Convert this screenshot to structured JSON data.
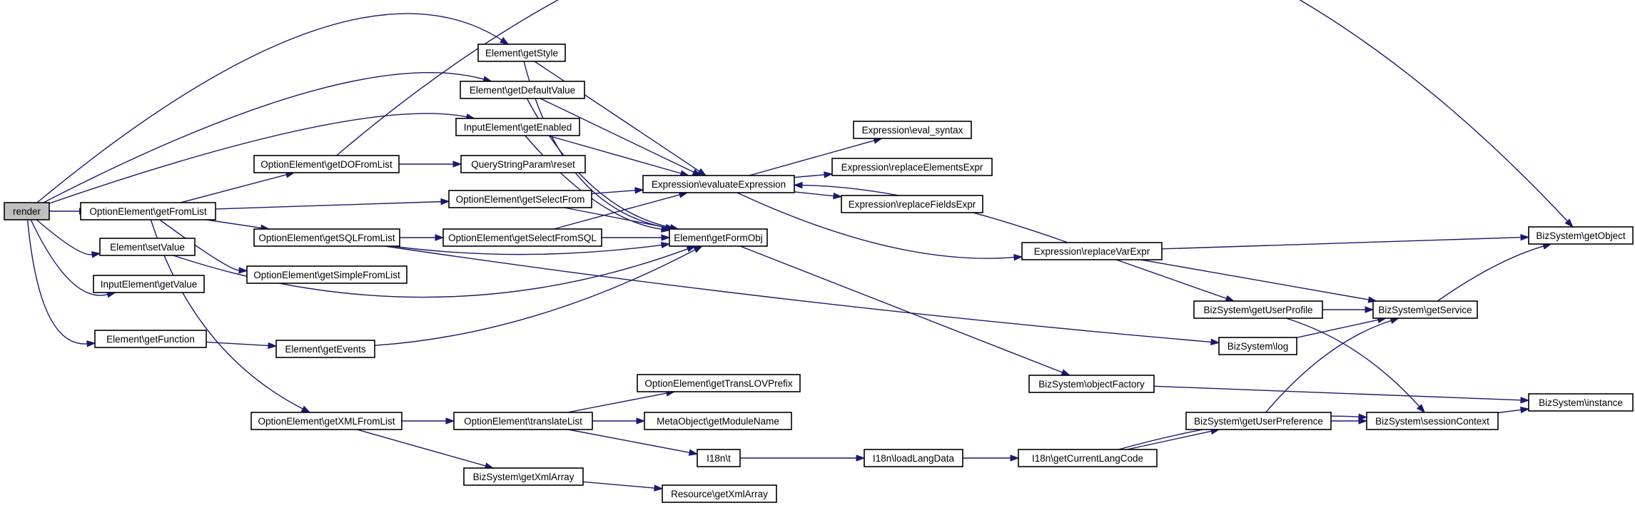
{
  "nodes": {
    "render": "render",
    "getStyle": "Element\\getStyle",
    "getDefaultValue": "Element\\getDefaultValue",
    "ie_getEnabled": "InputElement\\getEnabled",
    "getDOFromList": "OptionElement\\getDOFromList",
    "qsp_reset": "QueryStringParam\\reset",
    "getFromList": "OptionElement\\getFromList",
    "getSelectFrom": "OptionElement\\getSelectFrom",
    "getSQLFromList": "OptionElement\\getSQLFromList",
    "getSelectFromSQL": "OptionElement\\getSelectFromSQL",
    "setValue": "Element\\setValue",
    "getSimpleFromList": "OptionElement\\getSimpleFromList",
    "ie_getValue": "InputElement\\getValue",
    "getFunction": "Element\\getFunction",
    "getEvents": "Element\\getEvents",
    "getXMLFromList": "OptionElement\\getXMLFromList",
    "translateList": "OptionElement\\translateList",
    "getTransLOVPrefix": "OptionElement\\getTransLOVPrefix",
    "getModuleName": "MetaObject\\getModuleName",
    "i18n_t": "I18n\\t",
    "bs_getXmlArray": "BizSystem\\getXmlArray",
    "res_getXmlArray": "Resource\\getXmlArray",
    "evaluateExpression": "Expression\\evaluateExpression",
    "eval_syntax": "Expression\\eval_syntax",
    "replaceElementsExpr": "Expression\\replaceElementsExpr",
    "replaceFieldsExpr": "Expression\\replaceFieldsExpr",
    "getFormObj": "Element\\getFormObj",
    "replaceVarExpr": "Expression\\replaceVarExpr",
    "objectFactory": "BizSystem\\objectFactory",
    "loadLangData": "I18n\\loadLangData",
    "getCurrentLangCode": "I18n\\getCurrentLangCode",
    "getUserProfile": "BizSystem\\getUserProfile",
    "bs_log": "BizSystem\\log",
    "getService": "BizSystem\\getService",
    "getUserPreference": "BizSystem\\getUserPreference",
    "sessionContext": "BizSystem\\sessionContext",
    "getObject": "BizSystem\\getObject",
    "instance": "BizSystem\\instance"
  },
  "edges": [
    [
      "render",
      "getStyle"
    ],
    [
      "render",
      "getDefaultValue"
    ],
    [
      "render",
      "ie_getEnabled"
    ],
    [
      "render",
      "getFromList"
    ],
    [
      "render",
      "setValue"
    ],
    [
      "render",
      "ie_getValue"
    ],
    [
      "render",
      "getFunction"
    ],
    [
      "getStyle",
      "evaluateExpression"
    ],
    [
      "getStyle",
      "getFormObj"
    ],
    [
      "getDefaultValue",
      "evaluateExpression"
    ],
    [
      "getDefaultValue",
      "getFormObj"
    ],
    [
      "ie_getEnabled",
      "evaluateExpression"
    ],
    [
      "ie_getEnabled",
      "getFormObj"
    ],
    [
      "getDOFromList",
      "qsp_reset"
    ],
    [
      "getDOFromList",
      "getObject"
    ],
    [
      "getFromList",
      "getDOFromList"
    ],
    [
      "getFromList",
      "getSelectFrom"
    ],
    [
      "getFromList",
      "getSQLFromList"
    ],
    [
      "getFromList",
      "getSimpleFromList"
    ],
    [
      "getFromList",
      "getXMLFromList"
    ],
    [
      "getSelectFrom",
      "evaluateExpression"
    ],
    [
      "getSelectFrom",
      "getFormObj"
    ],
    [
      "getSQLFromList",
      "getSelectFromSQL"
    ],
    [
      "getSQLFromList",
      "getFormObj"
    ],
    [
      "getSQLFromList",
      "bs_log"
    ],
    [
      "getSelectFromSQL",
      "evaluateExpression"
    ],
    [
      "getSelectFromSQL",
      "getFormObj"
    ],
    [
      "setValue",
      "getFormObj"
    ],
    [
      "getFunction",
      "getEvents"
    ],
    [
      "getEvents",
      "getFormObj"
    ],
    [
      "getXMLFromList",
      "translateList"
    ],
    [
      "getXMLFromList",
      "bs_getXmlArray"
    ],
    [
      "translateList",
      "getTransLOVPrefix"
    ],
    [
      "translateList",
      "getModuleName"
    ],
    [
      "translateList",
      "i18n_t"
    ],
    [
      "i18n_t",
      "loadLangData"
    ],
    [
      "bs_getXmlArray",
      "res_getXmlArray"
    ],
    [
      "evaluateExpression",
      "eval_syntax"
    ],
    [
      "evaluateExpression",
      "replaceElementsExpr"
    ],
    [
      "evaluateExpression",
      "replaceFieldsExpr"
    ],
    [
      "evaluateExpression",
      "replaceVarExpr"
    ],
    [
      "replaceVarExpr",
      "evaluateExpression"
    ],
    [
      "replaceVarExpr",
      "getObject"
    ],
    [
      "replaceVarExpr",
      "getUserProfile"
    ],
    [
      "replaceVarExpr",
      "getService"
    ],
    [
      "getFormObj",
      "objectFactory"
    ],
    [
      "objectFactory",
      "instance"
    ],
    [
      "loadLangData",
      "getCurrentLangCode"
    ],
    [
      "getCurrentLangCode",
      "getUserPreference"
    ],
    [
      "getCurrentLangCode",
      "sessionContext"
    ],
    [
      "getUserProfile",
      "getService"
    ],
    [
      "getUserProfile",
      "sessionContext"
    ],
    [
      "bs_log",
      "getService"
    ],
    [
      "getService",
      "getObject"
    ],
    [
      "getUserPreference",
      "getService"
    ],
    [
      "getUserPreference",
      "sessionContext"
    ],
    [
      "sessionContext",
      "instance"
    ]
  ],
  "colors": {
    "edge": "#191970",
    "root_fill": "#bfbfbf",
    "node_fill": "#ffffff",
    "node_stroke": "#000000"
  }
}
